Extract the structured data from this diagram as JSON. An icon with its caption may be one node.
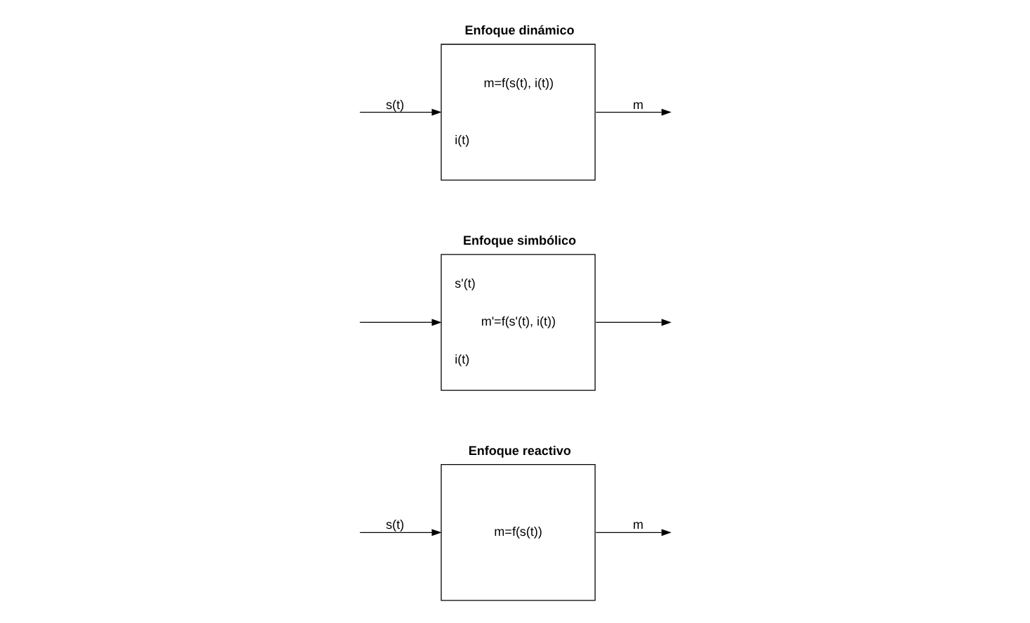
{
  "diagram": {
    "nodes": [
      {
        "text": [
          "Enfoque reactivo",
          "m=f(s(t))"
        ]
      },
      {
        "text": [
          "Enfoque simbólico",
          "s'(t)",
          "m'=f(s'(t), i(t))",
          "i(t)"
        ]
      },
      {
        "text": [
          "Enfoque dinámico",
          "m=f(s(t), i(t))",
          "i(t)"
        ]
      }
    ],
    "edges": [
      {
        "from": null,
        "to": 0,
        "arrow": "to",
        "label": "s(t)"
      },
      {
        "from": 0,
        "to": null,
        "arrow": "to",
        "label": "m"
      },
      {
        "from": null,
        "to": 1,
        "arrow": "to"
      },
      {
        "from": 1,
        "to": null,
        "arrow": "to"
      },
      {
        "from": null,
        "to": 2,
        "arrow": "to",
        "label": "s(t)"
      },
      {
        "from": 2,
        "to": null,
        "arrow": "to",
        "label": "m"
      }
    ]
  }
}
